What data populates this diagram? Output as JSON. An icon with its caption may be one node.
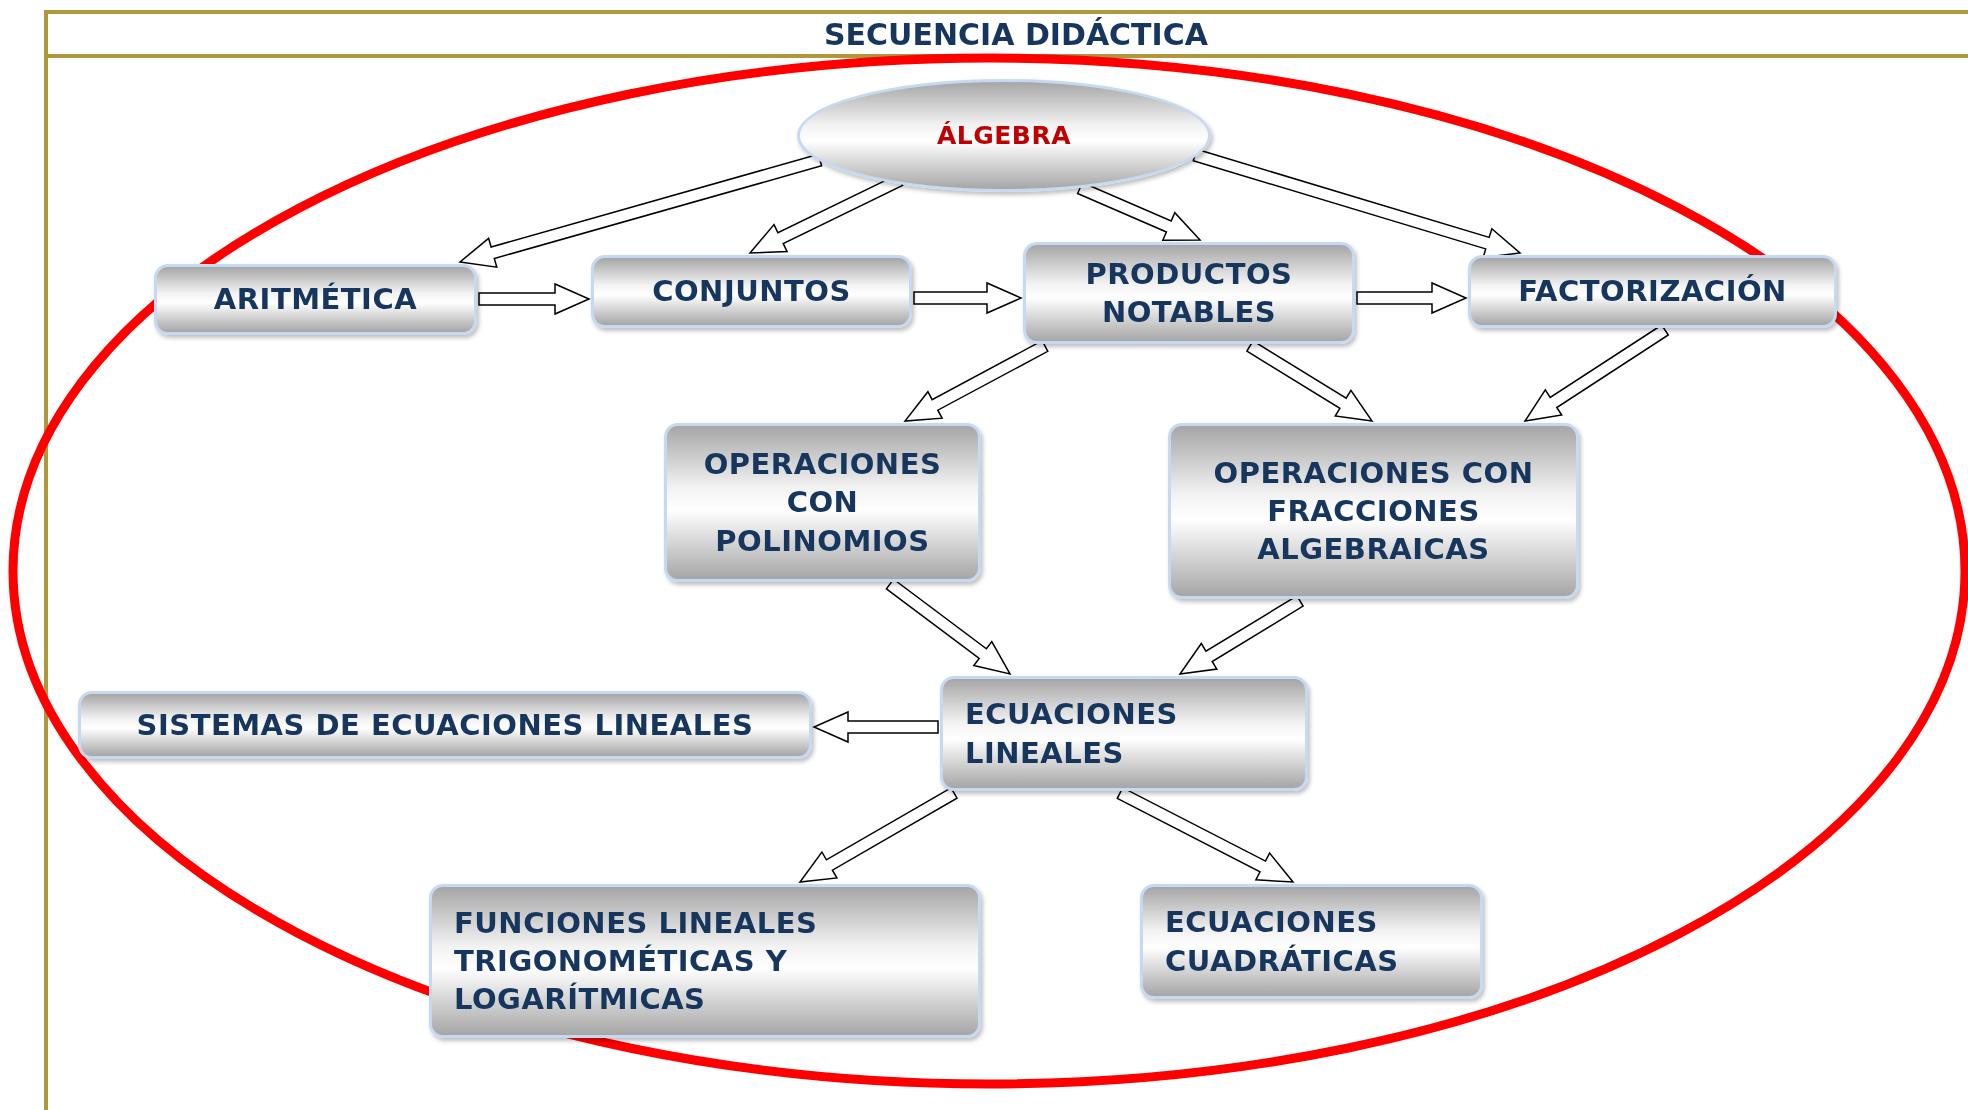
{
  "diagram": {
    "title": "SECUENCIA DIDÁCTICA",
    "nodes": [
      {
        "text": [
          "ÁLGEBRA"
        ]
      },
      {
        "text": [
          "ARITMÉTICA"
        ]
      },
      {
        "text": [
          "CONJUNTOS"
        ]
      },
      {
        "text": [
          "PRODUCTOS NOTABLES"
        ]
      },
      {
        "text": [
          "FACTORIZACIÓN"
        ]
      },
      {
        "text": [
          "OPERACIONES CON POLINOMIOS"
        ]
      },
      {
        "text": [
          "OPERACIONES CON FRACCIONES ALGEBRAICAS"
        ]
      },
      {
        "text": [
          "ECUACIONES LINEALES"
        ]
      },
      {
        "text": [
          "SISTEMAS DE ECUACIONES LINEALES"
        ]
      },
      {
        "text": [
          "FUNCIONES LINEALES TRIGONOMÉTICAS Y LOGARÍTMICAS"
        ]
      },
      {
        "text": [
          "ECUACIONES CUADRÁTICAS"
        ]
      }
    ],
    "edges": [
      {
        "from": 0,
        "to": 1,
        "arrow": "to"
      },
      {
        "from": 0,
        "to": 2,
        "arrow": "to"
      },
      {
        "from": 0,
        "to": 3,
        "arrow": "to"
      },
      {
        "from": 0,
        "to": 4,
        "arrow": "to"
      },
      {
        "from": 1,
        "to": 2,
        "arrow": "to"
      },
      {
        "from": 2,
        "to": 3,
        "arrow": "to"
      },
      {
        "from": 3,
        "to": 4,
        "arrow": "to"
      },
      {
        "from": 3,
        "to": 5,
        "arrow": "to"
      },
      {
        "from": 3,
        "to": 6,
        "arrow": "to"
      },
      {
        "from": 4,
        "to": 6,
        "arrow": "to"
      },
      {
        "from": 5,
        "to": 7,
        "arrow": "to"
      },
      {
        "from": 6,
        "to": 7,
        "arrow": "to"
      },
      {
        "from": 7,
        "to": 8,
        "arrow": "to"
      },
      {
        "from": 7,
        "to": 9,
        "arrow": "to"
      },
      {
        "from": 7,
        "to": 10,
        "arrow": "to"
      }
    ]
  }
}
